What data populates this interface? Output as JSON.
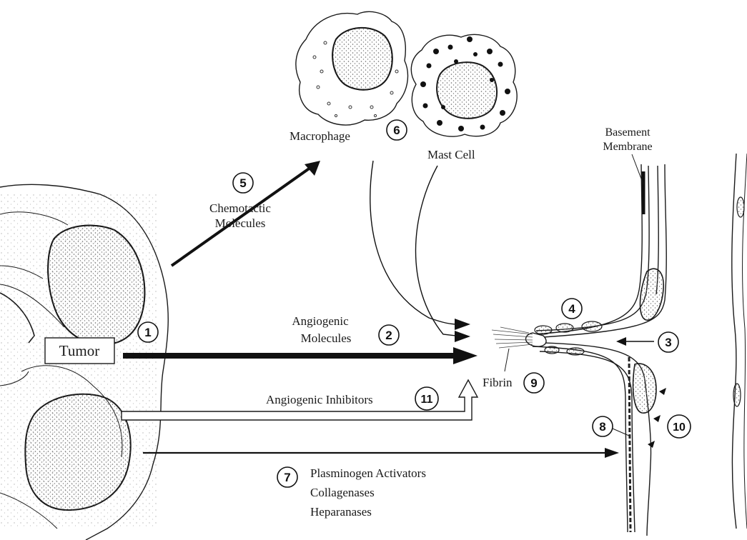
{
  "labels": {
    "tumor": "Tumor",
    "macrophage": "Macrophage",
    "mast_cell": "Mast Cell",
    "basement_membrane_line1": "Basement",
    "basement_membrane_line2": "Membrane",
    "chemotactic_line1": "Chemotactic",
    "chemotactic_line2": "Molecules",
    "angiogenic_line1": "Angiogenic",
    "angiogenic_line2": "Molecules",
    "fibrin": "Fibrin",
    "angiogenic_inhibitors": "Angiogenic Inhibitors",
    "plasminogen_activators": "Plasminogen Activators",
    "collagenases": "Collagenases",
    "heparanases": "Heparanases"
  },
  "markers": {
    "m1": "1",
    "m2": "2",
    "m3": "3",
    "m4": "4",
    "m5": "5",
    "m6": "6",
    "m7": "7",
    "m8": "8",
    "m9": "9",
    "m10": "10",
    "m11": "11"
  }
}
